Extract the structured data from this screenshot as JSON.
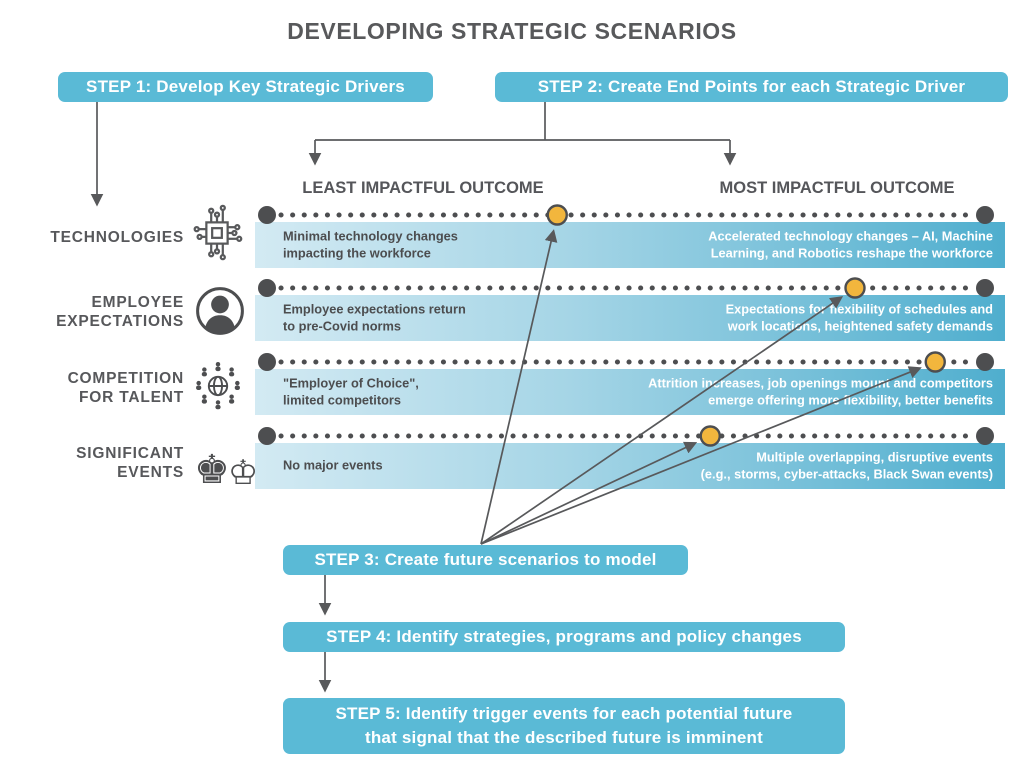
{
  "title": "DEVELOPING STRATEGIC SCENARIOS",
  "steps": {
    "step1": "STEP 1: Develop Key Strategic Drivers",
    "step2": "STEP 2: Create End Points for each Strategic Driver",
    "step3": "STEP 3: Create future scenarios to model",
    "step4": "STEP 4: Identify strategies, programs and policy changes",
    "step5_line1": "STEP 5: Identify trigger events for each potential future",
    "step5_line2": "that signal that the described future is imminent"
  },
  "columns": {
    "left_header": "LEAST IMPACTFUL OUTCOME",
    "right_header": "MOST IMPACTFUL OUTCOME"
  },
  "drivers": [
    {
      "label": "TECHNOLOGIES",
      "icon": "microchip-icon",
      "least_outcome": "Minimal technology changes\nimpacting the workforce",
      "most_outcome": "Accelerated technology changes – AI, Machine\nLearning, and Robotics reshape the workforce",
      "marker_frac": 0.403
    },
    {
      "label": "EMPLOYEE\nEXPECTATIONS",
      "icon": "person-icon",
      "least_outcome": "Employee expectations return\nto pre-Covid  norms",
      "most_outcome": "Expectations for flexibility of schedules and\nwork locations, heightened safety demands",
      "marker_frac": 0.8
    },
    {
      "label": "COMPETITION\nFOR TALENT",
      "icon": "globe-people-icon",
      "least_outcome": "\"Employer of Choice\",\nlimited competitors",
      "most_outcome": "Attrition increases, job openings mount and competitors\nemerge offering more flexibility, better benefits",
      "marker_frac": 0.907
    },
    {
      "label": "SIGNIFICANT\nEVENTS",
      "icon": "chess-kings-icon",
      "least_outcome": "No major events",
      "most_outcome": "Multiple overlapping, disruptive events\n(e.g., storms, cyber-attacks, Black Swan events)",
      "marker_frac": 0.607
    }
  ],
  "icons": {
    "chess_dark": "♚",
    "chess_light": "♔"
  },
  "colors": {
    "accent": "#5ABAD6",
    "band_light": "#D3EAF3",
    "band_dark": "#4FAECE",
    "marker": "#F2B63D",
    "dot": "#4D4E50",
    "ink": "#58595B"
  }
}
